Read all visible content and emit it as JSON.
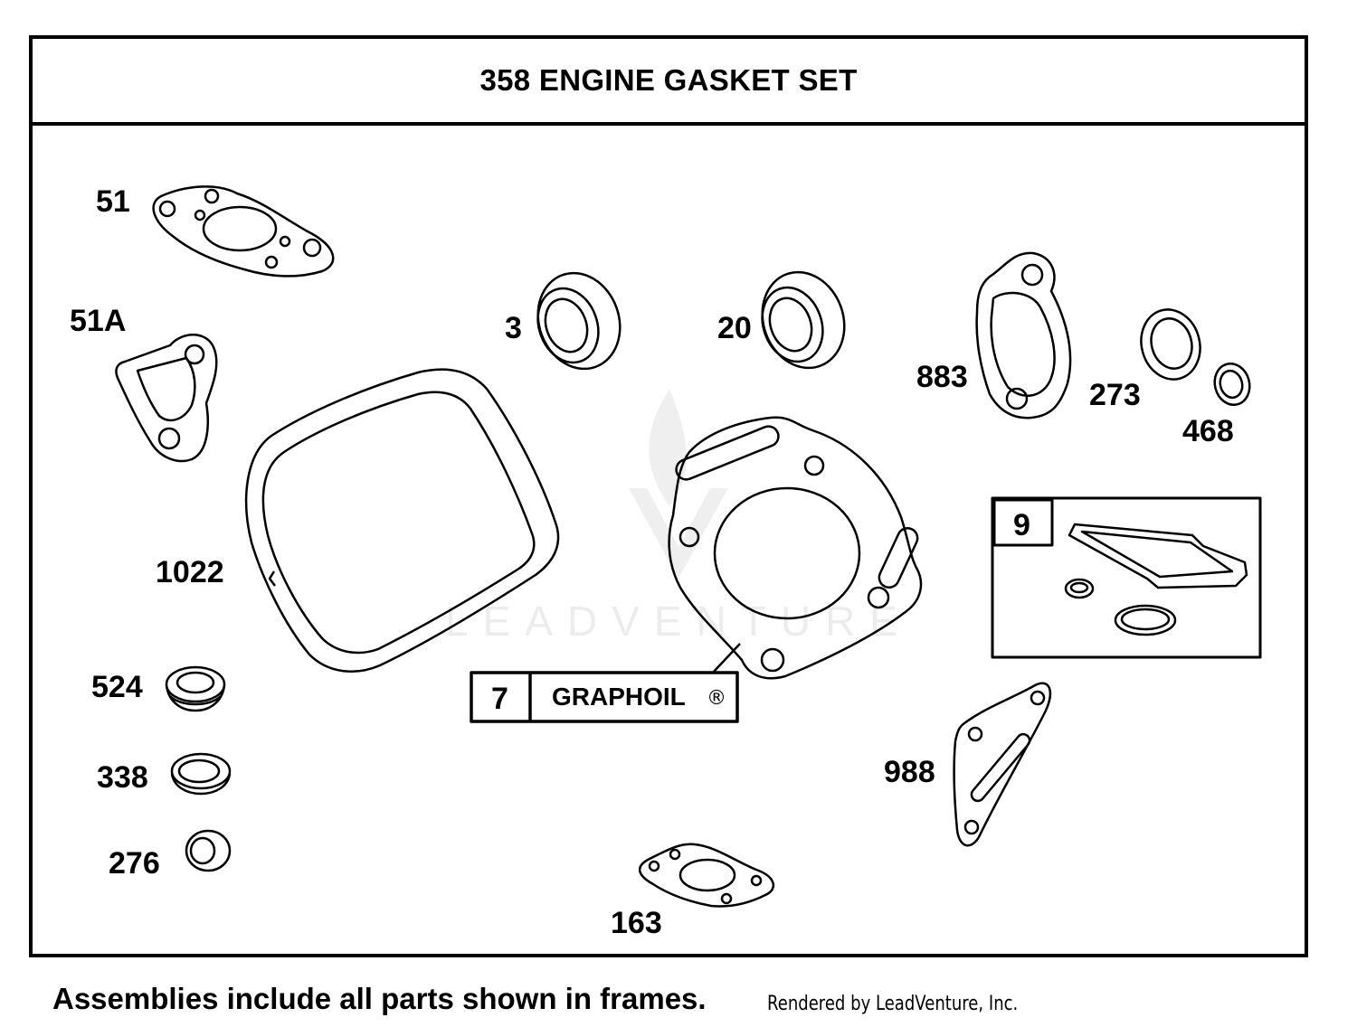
{
  "title": "358 ENGINE GASKET SET",
  "parts": {
    "p51": "51",
    "p51a": "51A",
    "p3": "3",
    "p20": "20",
    "p883": "883",
    "p273": "273",
    "p468": "468",
    "p1022": "1022",
    "p524": "524",
    "p338": "338",
    "p276": "276",
    "p163": "163",
    "p988": "988"
  },
  "callout_7": {
    "number": "7",
    "text": "GRAPHOIL",
    "mark": "®"
  },
  "callout_9": {
    "number": "9"
  },
  "watermark": "LEADVENTURE",
  "footer": {
    "note": "Assemblies include all parts shown in frames.",
    "credit": "Rendered by LeadVenture, Inc."
  }
}
